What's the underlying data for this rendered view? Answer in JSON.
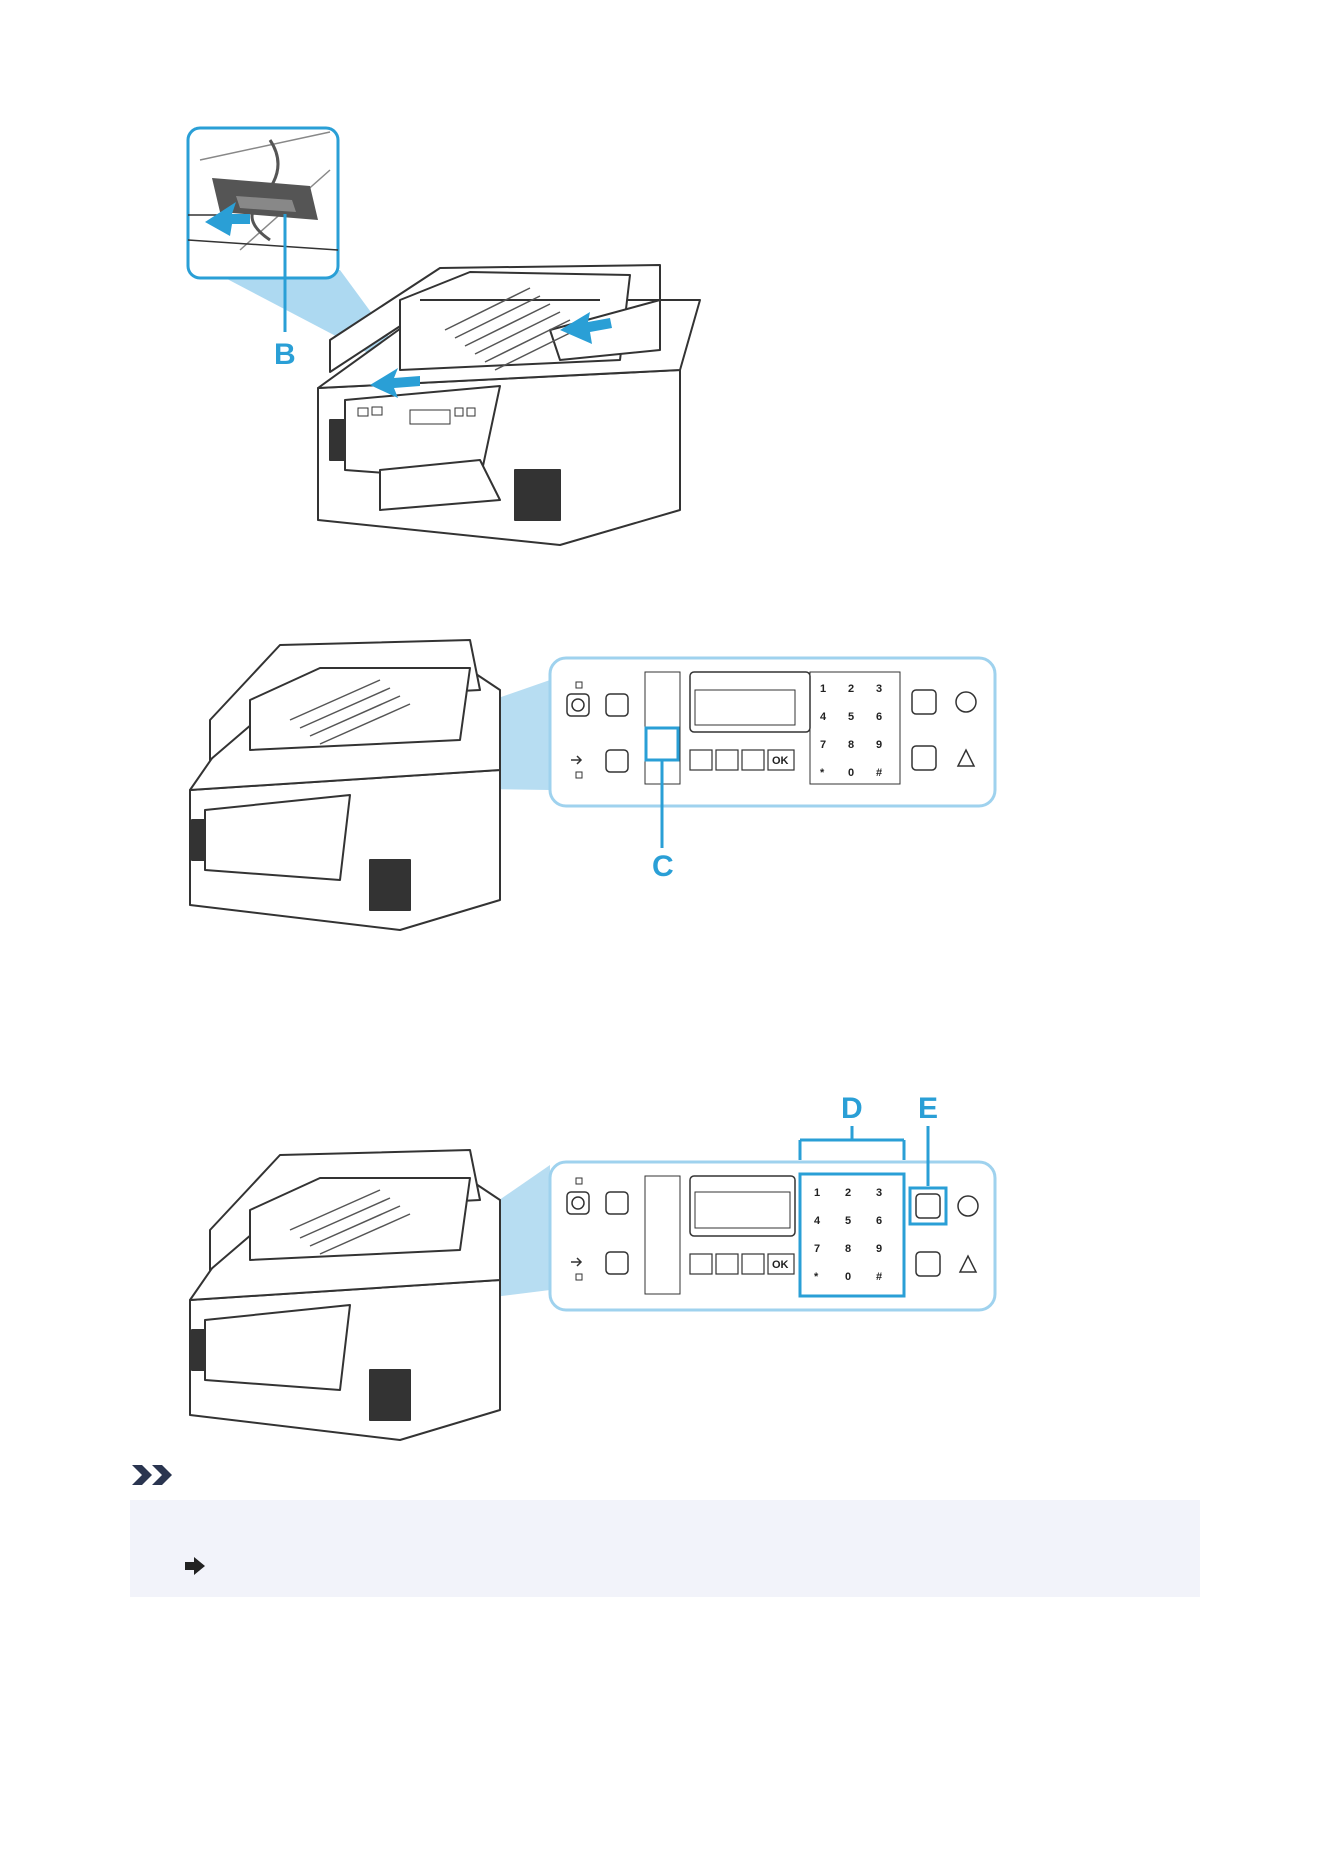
{
  "figure1": {
    "callout": "B"
  },
  "figure2": {
    "callout": "C"
  },
  "figure3": {
    "callout_keypad": "D",
    "callout_start": "E"
  },
  "control_panel": {
    "keys": [
      "1",
      "2",
      "3",
      "4",
      "5",
      "6",
      "7",
      "8",
      "9",
      "*",
      "0",
      "#"
    ],
    "ok_label": "OK"
  },
  "note": {
    "link_label": ""
  },
  "colors": {
    "accent": "#2a9fd6",
    "note_bg": "#f2f3fa",
    "link": "#1a4fd6"
  }
}
